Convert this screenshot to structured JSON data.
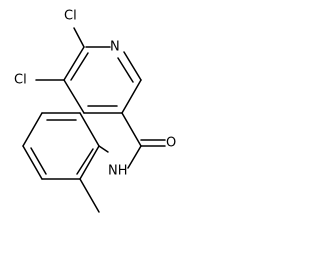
{
  "molecule": {
    "atoms": {
      "cl_top": "Cl",
      "cl_left": "Cl",
      "n_ring": "N",
      "o_carbonyl": "O",
      "nh_amide": "NH"
    },
    "colors": {
      "bond": "#000000",
      "label": "#000000",
      "background": "#ffffff"
    }
  }
}
